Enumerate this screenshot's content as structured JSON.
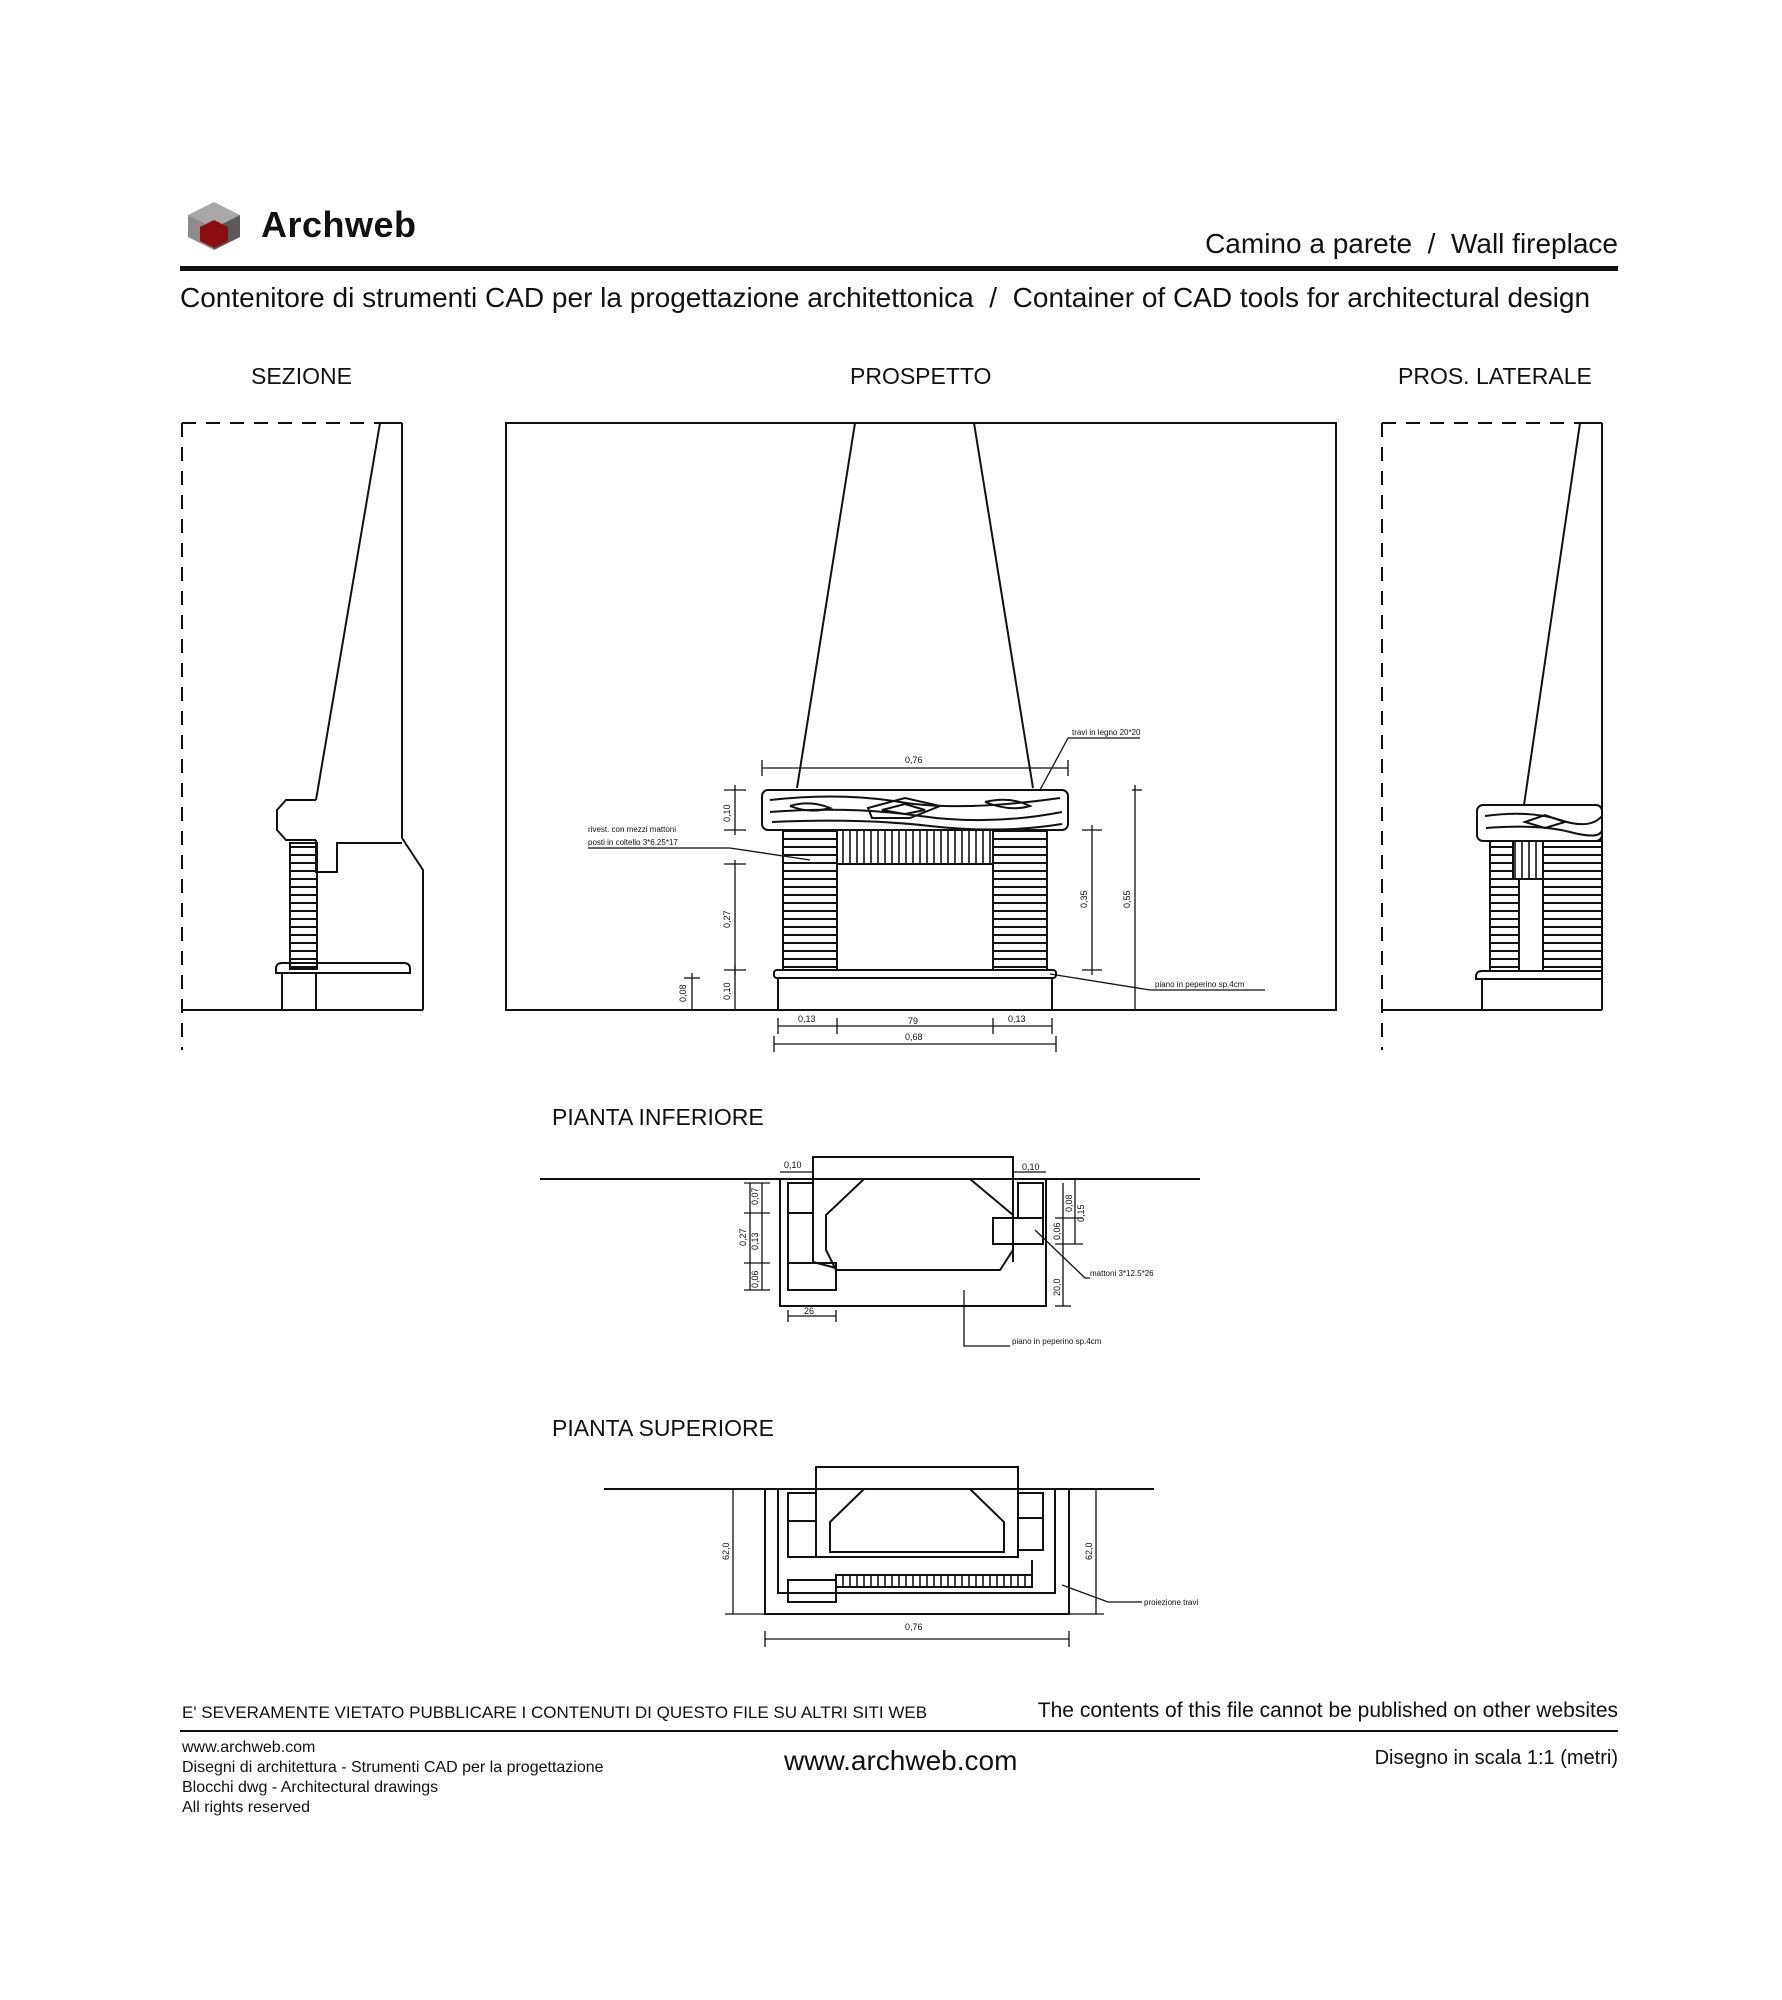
{
  "header": {
    "brand": "Archweb",
    "drawing_title": "Camino a parete  /  Wall fireplace",
    "tagline": "Contenitore di strumenti CAD per la progettazione architettonica  /  Container of CAD tools for architectural design"
  },
  "views": {
    "sezione": "SEZIONE",
    "prospetto": "PROSPETTO",
    "laterale": "PROS. LATERALE",
    "pianta_inferiore": "PIANTA INFERIORE",
    "pianta_superiore": "PIANTA SUPERIORE"
  },
  "prospetto_dims": {
    "width_top": "0,76",
    "h_beam": "0,10",
    "h_opening": "0,27",
    "h_base": "0,10",
    "h_floor": "0,08",
    "h_inner": "0,35",
    "h_total": "0,55",
    "w_left": "0,13",
    "w_mid": "79",
    "w_right": "0,13",
    "w_total": "0,68",
    "label_beam": "travi in legno 20*20",
    "label_brick_1": "rivest. con mezzi mattoni",
    "label_brick_2": "posti in coltello 3*6.25*17",
    "label_slab": "piano in peperino sp.4cm"
  },
  "pianta_inf_dims": {
    "top_left": "0,10",
    "top_right": "0,10",
    "left_a": "0,07",
    "left_b": "0,13",
    "left_c": "0,06",
    "left_total": "0,27",
    "right_a": "0,08",
    "right_b": "0,06",
    "right_total": "0,15",
    "right_depth": "20,0",
    "bottom": "26",
    "label_bricks": "mattoni 3*12.5*26",
    "label_slab": "piano in peperino sp.4cm"
  },
  "pianta_sup_dims": {
    "left": "62,0",
    "right": "62,0",
    "bottom": "0,76",
    "label_proj": "proiezione travi"
  },
  "footer": {
    "warning_it": "E' SEVERAMENTE VIETATO PUBBLICARE I CONTENUTI DI QUESTO FILE SU ALTRI SITI WEB",
    "warning_en": "The contents of this file cannot be published on other websites",
    "line1": "www.archweb.com",
    "line2": "Disegni di architettura - Strumenti CAD  per la progettazione",
    "line3": "Blocchi dwg - Architectural drawings",
    "line4": "All rights reserved",
    "center_url": "www.archweb.com",
    "scale": "Disegno in scala 1:1 (metri)"
  },
  "colors": {
    "ink": "#111111",
    "logo_grey": "#8c8c8c",
    "logo_dark": "#5a5a5a",
    "logo_red": "#8b0d0d"
  }
}
